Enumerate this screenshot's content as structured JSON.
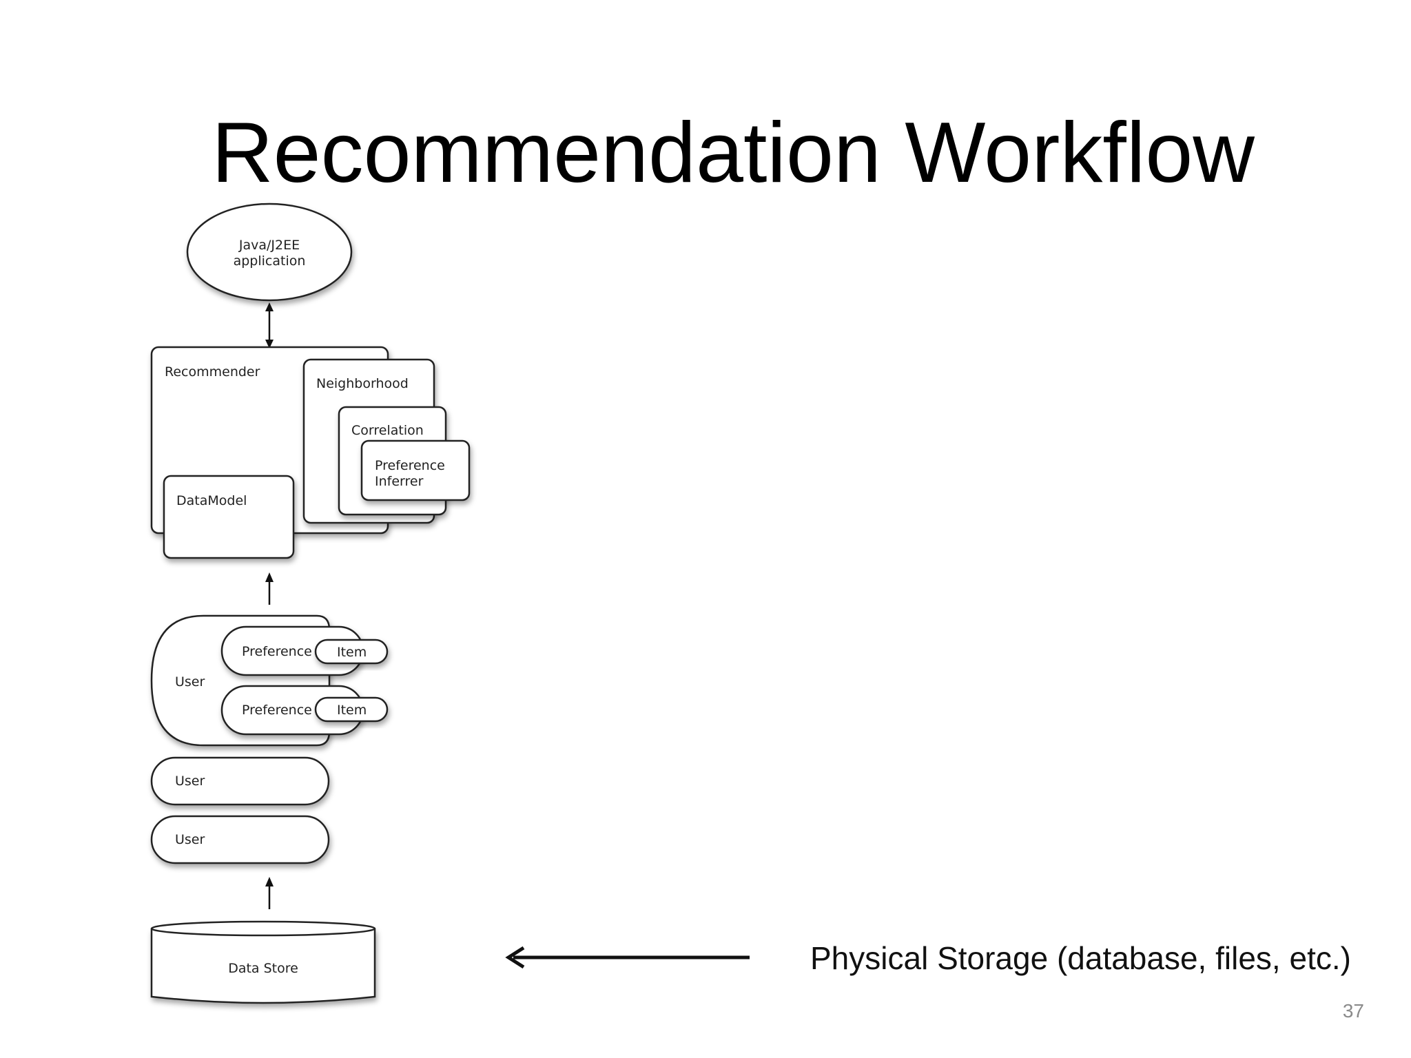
{
  "slide": {
    "title": "Recommendation Workflow",
    "page_number": "37"
  },
  "diagram": {
    "application": {
      "line1": "Java/J2EE",
      "line2": "application"
    },
    "recommender": "Recommender",
    "neighborhood": "Neighborhood",
    "correlation": "Correlation",
    "preference_inferrer": {
      "line1": "Preference",
      "line2": "Inferrer"
    },
    "datamodel": "DataModel",
    "user_main": "User",
    "preference_1": "Preference",
    "item_1": "Item",
    "preference_2": "Preference",
    "item_2": "Item",
    "user_2": "User",
    "user_3": "User",
    "data_store": "Data Store",
    "storage_caption": "Physical Storage (database, files, etc.)"
  }
}
